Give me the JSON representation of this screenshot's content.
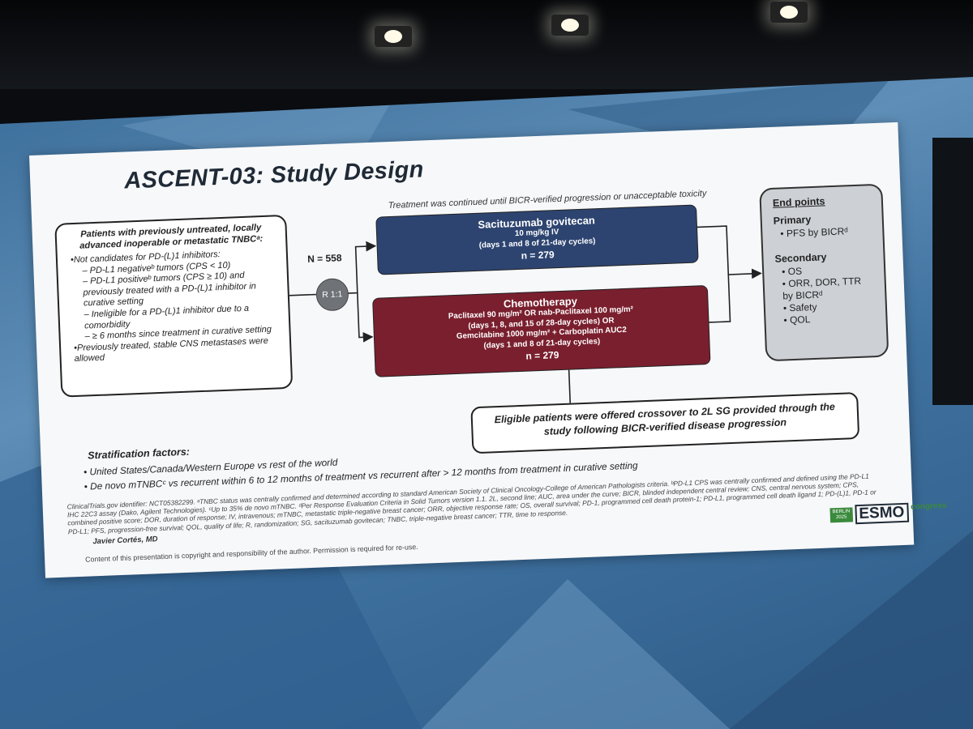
{
  "slide": {
    "title": "ASCENT-03: Study Design",
    "eligibility": {
      "header": "Patients with previously untreated, locally advanced inoperable or metastatic TNBCᵃ:",
      "items": [
        "•Not candidates for PD-(L)1 inhibitors:",
        "– PD-L1 negativeᵇ tumors (CPS < 10)",
        "– PD-L1 positiveᵇ tumors (CPS ≥ 10) and previously treated with a PD-(L)1 inhibitor in curative setting",
        "– Ineligible for a PD-(L)1 inhibitor due to a comorbidity",
        "– ≥ 6 months since treatment in curative setting",
        "•Previously treated, stable CNS metastases were allowed"
      ]
    },
    "n_total": "N = 558",
    "randomization": "R 1:1",
    "treatment_note": "Treatment was continued until BICR-verified progression or unacceptable toxicity",
    "arm1": {
      "name": "Sacituzumab govitecan",
      "dose": "10 mg/kg IV",
      "schedule": "(days 1 and 8 of 21-day cycles)",
      "n": "n = 279",
      "color": "#2d4470"
    },
    "arm2": {
      "name": "Chemotherapy",
      "line1": "Paclitaxel 90 mg/m² OR nab-Paclitaxel 100 mg/m²",
      "line2": "(days 1, 8, and 15 of 28-day cycles) OR",
      "line3": "Gemcitabine 1000 mg/m² + Carboplatin AUC2",
      "line4": "(days 1 and 8 of 21-day cycles)",
      "n": "n = 279",
      "color": "#7a1f2e"
    },
    "endpoints": {
      "header": "End points",
      "primary_label": "Primary",
      "primary": [
        "PFS by BICRᵈ"
      ],
      "secondary_label": "Secondary",
      "secondary": [
        "OS",
        "ORR, DOR, TTR by BICRᵈ",
        "Safety",
        "QOL"
      ]
    },
    "crossover": "Eligible patients were offered crossover to 2L SG provided through the study following BICR-verified disease progression",
    "stratification": {
      "label": "Stratification factors:",
      "items": [
        "United States/Canada/Western Europe vs rest of the world",
        "De novo mTNBCᶜ vs recurrent within 6 to 12 months of treatment vs recurrent after > 12 months from treatment in curative setting"
      ]
    },
    "footnote": "ClinicalTrials.gov identifier: NCT05382299. ᵃTNBC status was centrally confirmed and determined according to standard American Society of Clinical Oncology-College of American Pathologists criteria. ᵇPD-L1 CPS was centrally confirmed and defined using the PD-L1 IHC 22C3 assay (Dako, Agilent Technologies). ᶜUp to 35% de novo mTNBC. ᵈPer Response Evaluation Criteria in Solid Tumors version 1.1. 2L, second line; AUC, area under the curve; BICR, blinded independent central review; CNS, central nervous system; CPS, combined positive score; DOR, duration of response; IV, intravenous; mTNBC, metastatic triple-negative breast cancer; ORR, objective response rate; OS, overall survival; PD-1, programmed cell death protein-1; PD-L1, programmed cell death ligand 1; PD-(L)1, PD-1 or PD-L1; PFS, progression-free survival; QOL, quality of life; R, randomization; SG, sacituzumab govitecan; TNBC, triple-negative breast cancer; TTR, time to response.",
    "author": "Javier Cortés, MD",
    "copyright": "Content of this presentation is copyright and responsibility of the author. Permission is required for re-use.",
    "logo": {
      "city": "BERLIN 2025",
      "word": "ESMO",
      "suffix": "congress"
    }
  }
}
